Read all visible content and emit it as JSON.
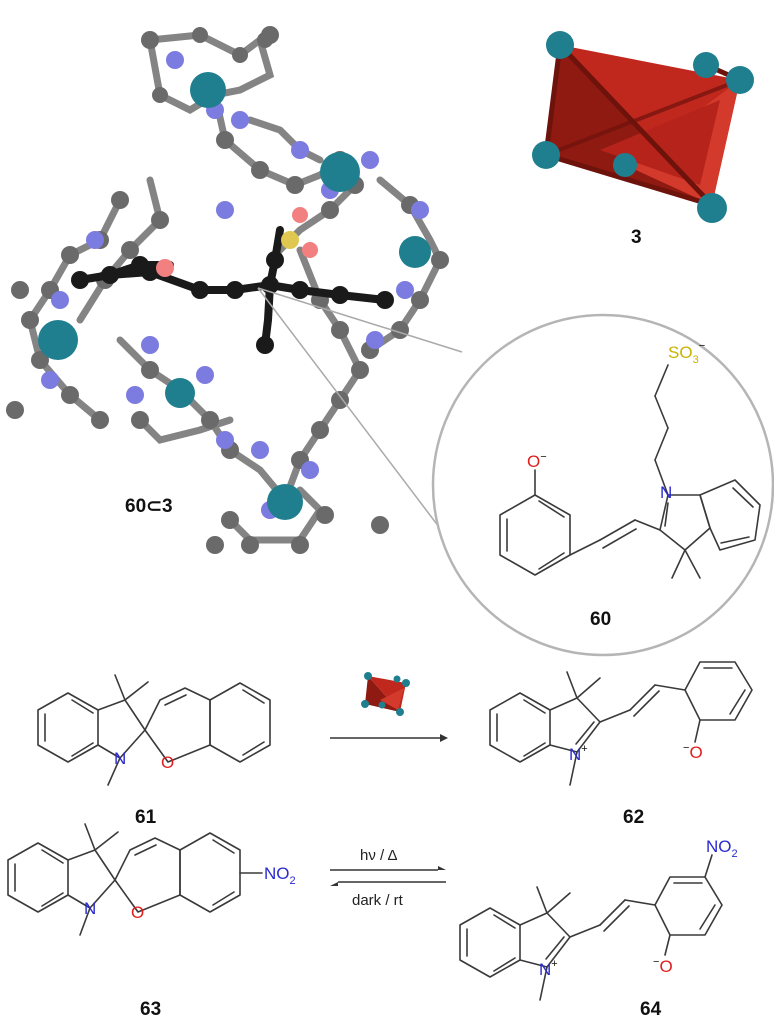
{
  "colors": {
    "cage_metal": "#1f7f8f",
    "cage_nitrogen": "#7b7be0",
    "cage_carbon": "#6a6a6a",
    "guest_carbon": "#1a1a1a",
    "oxygen": "#e11d1d",
    "nitrogen_text": "#2a2ad0",
    "sulfur_text": "#c8b400",
    "tetrahedron_face": "#c0281e"
  },
  "labels": {
    "complex": "60⊂3",
    "cage": "3",
    "guest": "60",
    "c61": "61",
    "c62": "62",
    "c63": "63",
    "c64": "64"
  },
  "atoms": {
    "N": "N",
    "O": "O",
    "NO2_main": "NO",
    "NO2_sub": "2",
    "SO3_main": "SO",
    "SO3_sub": "3",
    "minus": "−",
    "plus": "+"
  },
  "conditions": {
    "forward": "hν / Δ",
    "reverse": "dark / rt"
  }
}
